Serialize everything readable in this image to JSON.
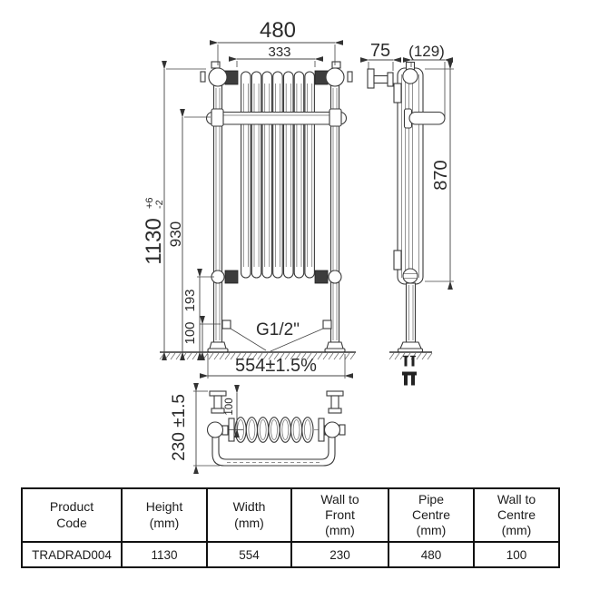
{
  "drawing": {
    "colors": {
      "line": "#3a3a3a",
      "dimension": "#444444",
      "background": "#ffffff"
    },
    "front_view": {
      "dim_pipe_centres": "480",
      "dim_columns_width": "333",
      "dim_overall_height": "1130",
      "tol_plus": "+6",
      "tol_minus": "-2",
      "dim_rail_height": "930",
      "dim_valve_height": "193",
      "dim_connector_height": "100",
      "thread_label": "G1/2\"",
      "dim_overall_width": "554±1.5%"
    },
    "side_view": {
      "dim_bracket": "75",
      "dim_depth_ref": "(129)",
      "dim_body_height": "870"
    },
    "top_view": {
      "dim_overall_depth": "230 ±1.5",
      "dim_wall_to_centre": "100"
    }
  },
  "table": {
    "headers": [
      "Product\nCode",
      "Height\n(mm)",
      "Width\n(mm)",
      "Wall to\nFront\n(mm)",
      "Pipe\nCentre\n(mm)",
      "Wall to\nCentre\n(mm)"
    ],
    "rows": [
      [
        "TRADRAD004",
        "1130",
        "554",
        "230",
        "480",
        "100"
      ]
    ]
  }
}
